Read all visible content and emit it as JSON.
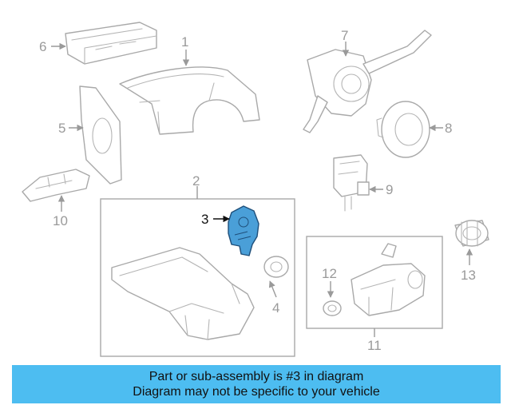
{
  "diagram": {
    "callouts": {
      "c1": "1",
      "c2": "2",
      "c3": "3",
      "c4": "4",
      "c5": "5",
      "c6": "6",
      "c7": "7",
      "c8": "8",
      "c9": "9",
      "c10": "10",
      "c11": "11",
      "c12": "12",
      "c13": "13"
    },
    "highlighted_part": "3",
    "highlight_color": "#4a9fd8",
    "line_color": "#a9a9a9"
  },
  "banner": {
    "line1": "Part or sub-assembly is #3 in diagram",
    "line2": "Diagram may not be specific to your vehicle",
    "background": "#4dbdf1"
  }
}
